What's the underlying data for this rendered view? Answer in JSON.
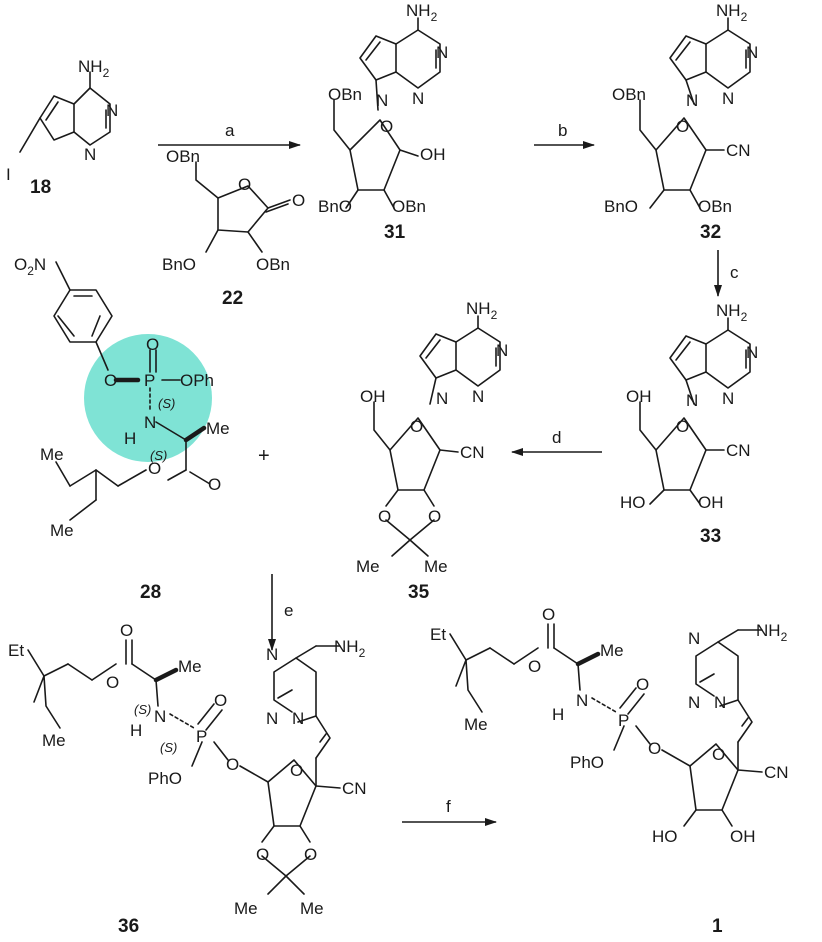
{
  "scheme": {
    "compounds": [
      {
        "id": "18"
      },
      {
        "id": "22"
      },
      {
        "id": "31"
      },
      {
        "id": "32"
      },
      {
        "id": "33"
      },
      {
        "id": "28"
      },
      {
        "id": "35"
      },
      {
        "id": "36"
      },
      {
        "id": "1"
      }
    ],
    "steps": [
      "a",
      "b",
      "c",
      "d",
      "e",
      "f"
    ],
    "plus": "+",
    "highlight_color": "#7fe3d5",
    "atom_labels": {
      "nh2": "NH",
      "two": "2",
      "n": "N",
      "o": "O",
      "oh": "OH",
      "iodo": "I",
      "obn": "OBn",
      "bno": "BnO",
      "cn": "CN",
      "ho": "HO",
      "o2n_a": "O",
      "o2n_b": "2",
      "o2n_c": "N",
      "p": "P",
      "oph": "OPh",
      "pho": "PhO",
      "h": "H",
      "me": "Me",
      "et": "Et",
      "stereo_s": "(S)"
    }
  }
}
